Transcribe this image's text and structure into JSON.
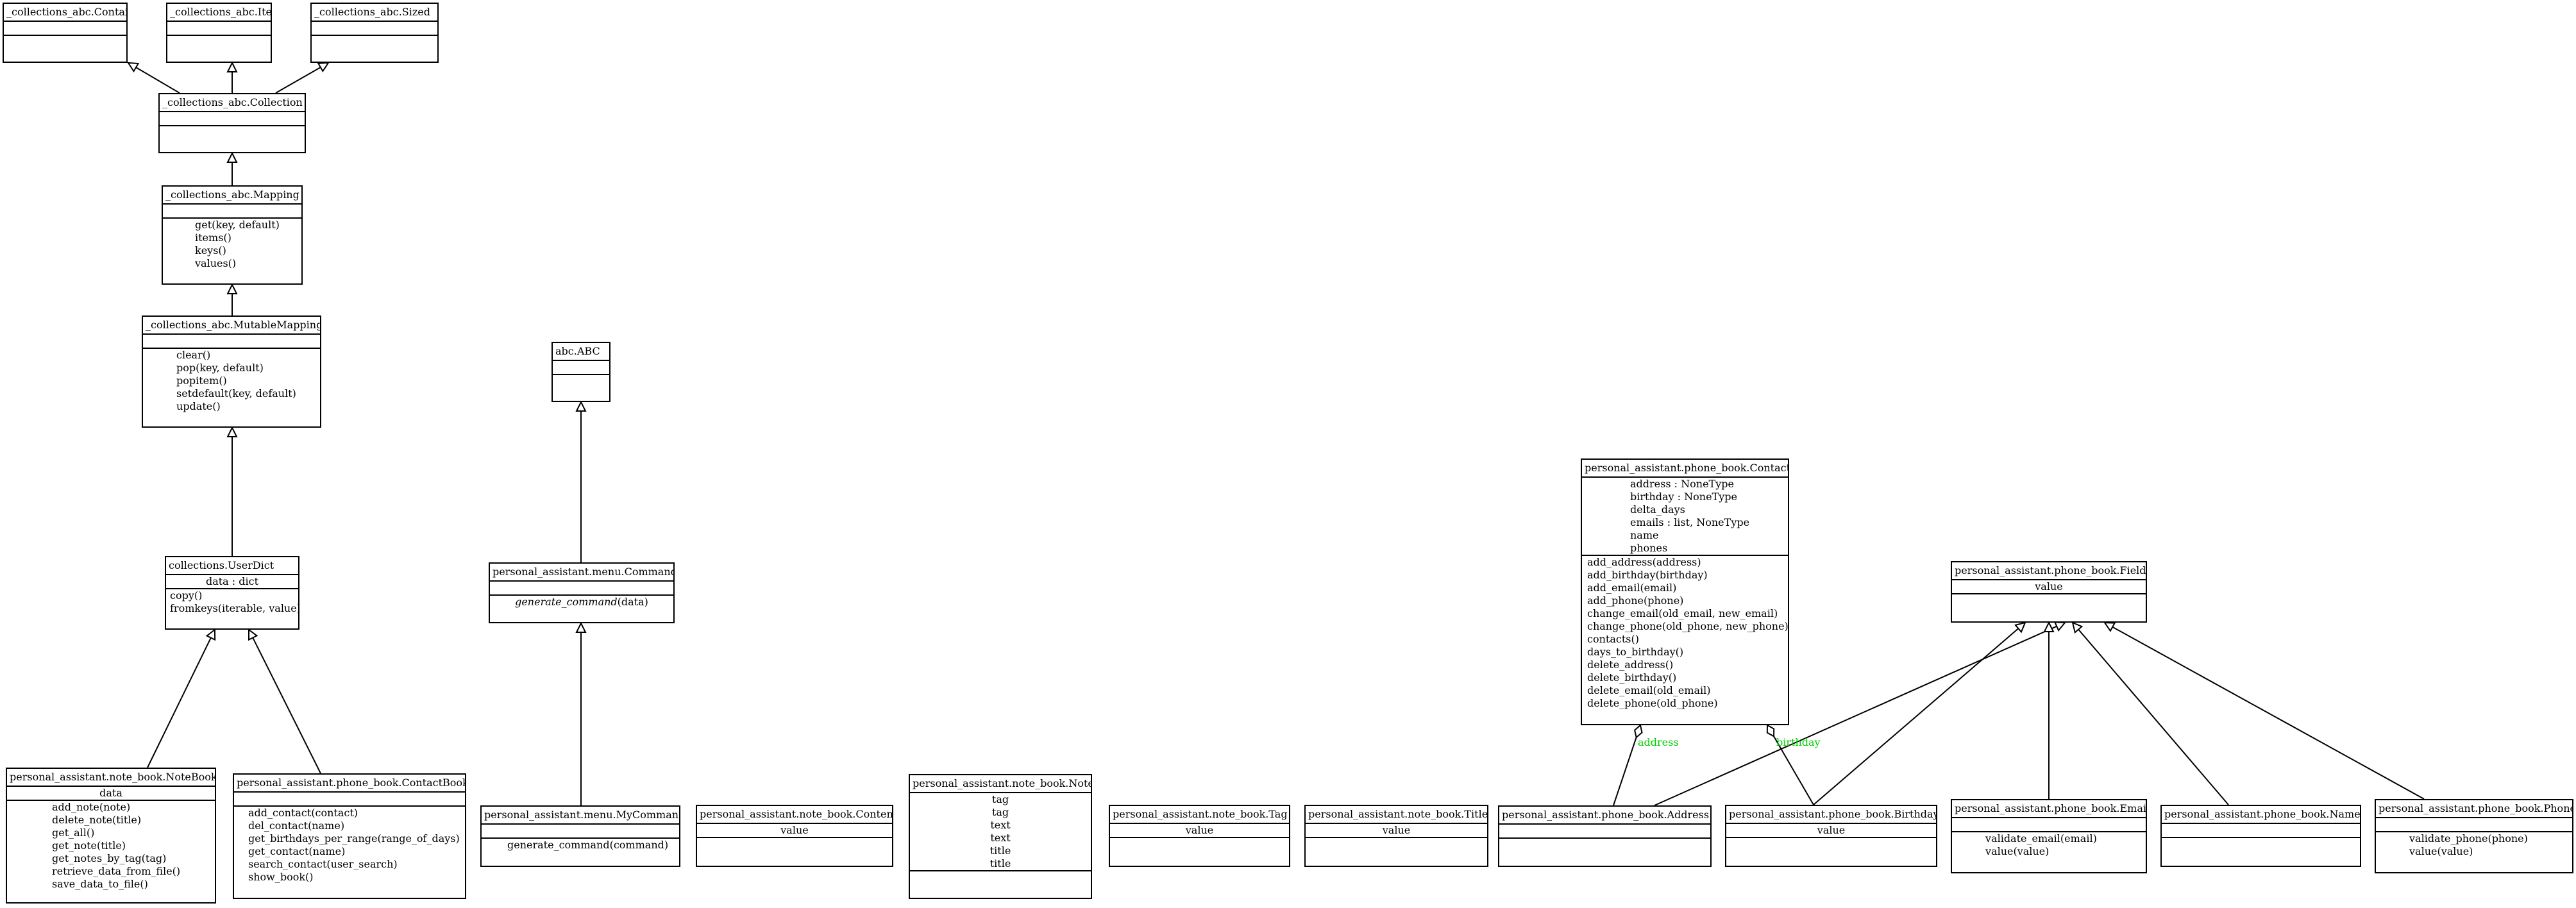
{
  "classes": [
    {
      "id": "container",
      "title": "_collections_abc.Container",
      "attrs": [],
      "methods": []
    },
    {
      "id": "iterable",
      "title": "_collections_abc.Iterable",
      "attrs": [],
      "methods": []
    },
    {
      "id": "sized",
      "title": "_collections_abc.Sized",
      "attrs": [],
      "methods": []
    },
    {
      "id": "collection",
      "title": "_collections_abc.Collection",
      "attrs": [],
      "methods": []
    },
    {
      "id": "mapping",
      "title": "_collections_abc.Mapping",
      "attrs": [],
      "methods": [
        "get(key, default)",
        "items()",
        "keys()",
        "values()"
      ]
    },
    {
      "id": "mutablemapping",
      "title": "_collections_abc.MutableMapping",
      "attrs": [],
      "methods": [
        "clear()",
        "pop(key, default)",
        "popitem()",
        "setdefault(key, default)",
        "update()"
      ]
    },
    {
      "id": "userdict",
      "title": "collections.UserDict",
      "attrs": [
        "data : dict"
      ],
      "methods": [
        "copy()",
        "fromkeys(iterable, value)"
      ]
    },
    {
      "id": "abc",
      "title": "abc.ABC",
      "attrs": [],
      "methods": []
    },
    {
      "id": "commands",
      "title": "personal_assistant.menu.Commands",
      "attrs": [],
      "methods": [
        {
          "italic": "generate_command",
          "rest": "(data)"
        }
      ]
    },
    {
      "id": "mycommand",
      "title": "personal_assistant.menu.MyCommand",
      "attrs": [],
      "methods": [
        "generate_command(command)"
      ]
    },
    {
      "id": "notebook",
      "title": "personal_assistant.note_book.NoteBook",
      "attrs": [
        "data"
      ],
      "methods": [
        "add_note(note)",
        "delete_note(title)",
        "get_all()",
        "get_note(title)",
        "get_notes_by_tag(tag)",
        "retrieve_data_from_file()",
        "save_data_to_file()"
      ]
    },
    {
      "id": "contactbook",
      "title": "personal_assistant.phone_book.ContactBook",
      "attrs": [],
      "methods": [
        "add_contact(contact)",
        "del_contact(name)",
        "get_birthdays_per_range(range_of_days)",
        "get_contact(name)",
        "search_contact(user_search)",
        "show_book()"
      ]
    },
    {
      "id": "content",
      "title": "personal_assistant.note_book.Content",
      "attrs": [
        "value"
      ],
      "methods": []
    },
    {
      "id": "note",
      "title": "personal_assistant.note_book.Note",
      "attrs": [
        "tag",
        "tag",
        "text",
        "text",
        "title",
        "title"
      ],
      "methods": []
    },
    {
      "id": "tag",
      "title": "personal_assistant.note_book.Tag",
      "attrs": [
        "value"
      ],
      "methods": []
    },
    {
      "id": "titlecls",
      "title": "personal_assistant.note_book.Title",
      "attrs": [
        "value"
      ],
      "methods": []
    },
    {
      "id": "contact",
      "title": "personal_assistant.phone_book.Contact",
      "attrs": [
        "address : NoneType",
        "birthday : NoneType",
        "delta_days",
        "emails : list, NoneType",
        "name",
        "phones"
      ],
      "methods": [
        "add_address(address)",
        "add_birthday(birthday)",
        "add_email(email)",
        "add_phone(phone)",
        "change_email(old_email, new_email)",
        "change_phone(old_phone, new_phone)",
        "contacts()",
        "days_to_birthday()",
        "delete_address()",
        "delete_birthday()",
        "delete_email(old_email)",
        "delete_phone(old_phone)"
      ]
    },
    {
      "id": "field",
      "title": "personal_assistant.phone_book.Field",
      "attrs": [
        "value"
      ],
      "methods": []
    },
    {
      "id": "address",
      "title": "personal_assistant.phone_book.Address",
      "attrs": [],
      "methods": []
    },
    {
      "id": "birthday",
      "title": "personal_assistant.phone_book.Birthday",
      "attrs": [
        "value"
      ],
      "methods": []
    },
    {
      "id": "email",
      "title": "personal_assistant.phone_book.Email",
      "attrs": [],
      "methods": [
        "validate_email(email)",
        "value(value)"
      ]
    },
    {
      "id": "name",
      "title": "personal_assistant.phone_book.Name",
      "attrs": [],
      "methods": []
    },
    {
      "id": "phone",
      "title": "personal_assistant.phone_book.Phone",
      "attrs": [],
      "methods": [
        "validate_phone(phone)",
        "value(value)"
      ]
    }
  ],
  "relations": [
    {
      "from": "collection",
      "to": "container",
      "kind": "inheritance"
    },
    {
      "from": "collection",
      "to": "iterable",
      "kind": "inheritance"
    },
    {
      "from": "collection",
      "to": "sized",
      "kind": "inheritance"
    },
    {
      "from": "mapping",
      "to": "collection",
      "kind": "inheritance"
    },
    {
      "from": "mutablemapping",
      "to": "mapping",
      "kind": "inheritance"
    },
    {
      "from": "userdict",
      "to": "mutablemapping",
      "kind": "inheritance"
    },
    {
      "from": "notebook",
      "to": "userdict",
      "kind": "inheritance"
    },
    {
      "from": "contactbook",
      "to": "userdict",
      "kind": "inheritance"
    },
    {
      "from": "commands",
      "to": "abc",
      "kind": "inheritance"
    },
    {
      "from": "mycommand",
      "to": "commands",
      "kind": "inheritance"
    },
    {
      "from": "address",
      "to": "field",
      "kind": "inheritance"
    },
    {
      "from": "birthday",
      "to": "field",
      "kind": "inheritance"
    },
    {
      "from": "email",
      "to": "field",
      "kind": "inheritance"
    },
    {
      "from": "name",
      "to": "field",
      "kind": "inheritance"
    },
    {
      "from": "phone",
      "to": "field",
      "kind": "inheritance"
    },
    {
      "from": "address",
      "to": "contact",
      "kind": "aggregation",
      "label": "address"
    },
    {
      "from": "birthday",
      "to": "contact",
      "kind": "aggregation",
      "label": "birthday"
    }
  ],
  "colors": {
    "line": "#000000",
    "label": "#00cc00",
    "box_fill": "#ffffff"
  }
}
